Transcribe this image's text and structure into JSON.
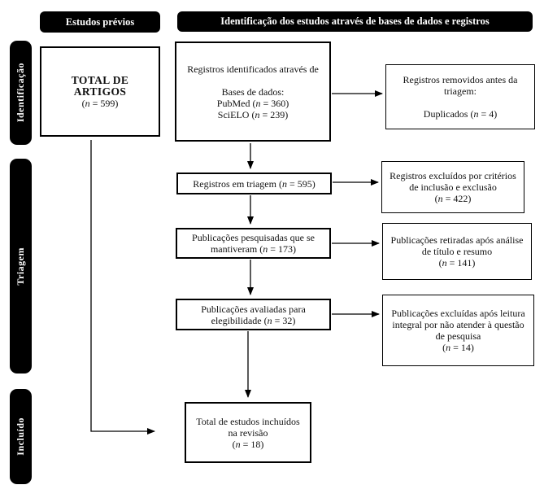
{
  "headers": {
    "previous_studies": "Estudos prévios",
    "identification": "Identificação dos estudos através de bases de dados e registros"
  },
  "sidebar": {
    "stages": [
      {
        "label": "Identificação"
      },
      {
        "label": "Triagem"
      },
      {
        "label": "Incluído"
      }
    ]
  },
  "boxes": {
    "total_articles": {
      "lines": [
        "TOTAL DE",
        "ARTIGOS",
        "(n = 599)"
      ]
    },
    "identified": {
      "lines": [
        "Registros identificados através de",
        "",
        "Bases de dados:",
        "PubMed (n = 360)",
        "SciELO (n = 239)"
      ]
    },
    "removed_before_screening": {
      "lines": [
        "Registros removidos antes da",
        "triagem:",
        "",
        "Duplicados (n = 4)"
      ]
    },
    "screened": {
      "lines": [
        "Registros em triagem (n = 595)"
      ]
    },
    "excluded_criteria": {
      "lines": [
        "Registros excluídos por critérios",
        "de inclusão e exclusão",
        "(n = 422)"
      ]
    },
    "retained": {
      "lines": [
        "Publicações pesquisadas que se",
        "mantiveram (n = 173)"
      ]
    },
    "removed_title_abstract": {
      "lines": [
        "Publicações retiradas após análise",
        "de título e resumo",
        "(n = 141)"
      ]
    },
    "assessed_eligibility": {
      "lines": [
        "Publicações avaliadas para",
        "elegibilidade (n = 32)"
      ]
    },
    "excluded_full_text": {
      "lines": [
        "Publicações excluídas após leitura",
        "integral por não atender à questão",
        "de pesquisa",
        "(n = 14)"
      ]
    },
    "included": {
      "lines": [
        "Total de estudos inchuídos",
        "na revisão",
        "(n = 18)"
      ]
    }
  },
  "colors": {
    "bar": "#000000",
    "box_border": "#000000",
    "text": "#111111",
    "background": "#ffffff"
  }
}
